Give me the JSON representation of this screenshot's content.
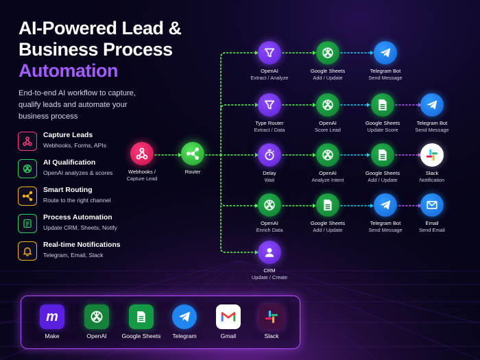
{
  "title": {
    "line1": "AI-Powered Lead &",
    "line2": "Business Process",
    "line3": "Automation"
  },
  "subtitle": "End-to-end AI workflow to capture, qualify leads and automate your business process",
  "features": [
    {
      "title": "Capture Leads",
      "desc": "Webhooks, Forms, APIs",
      "icon": "webhook-icon",
      "color": "#ff3d7f"
    },
    {
      "title": "AI Qualification",
      "desc": "OpenAI analyzes & scores",
      "icon": "openai-icon",
      "color": "#2fd160"
    },
    {
      "title": "Smart Routing",
      "desc": "Route to the right channel",
      "icon": "routing-icon",
      "color": "#f6b21c"
    },
    {
      "title": "Process Automation",
      "desc": "Update CRM, Sheets, Notify",
      "icon": "automation-icon",
      "color": "#2fd160"
    },
    {
      "title": "Real-time Notifications",
      "desc": "Telegram, Email, Slack",
      "icon": "bell-icon",
      "color": "#f6b21c"
    }
  ],
  "nodes": {
    "webhooks": {
      "label": "Webhooks /",
      "sub": "Capture Lead"
    },
    "router": {
      "label": "Router",
      "sub": ""
    },
    "row1": [
      {
        "label": "OpenAI",
        "sub": "Extract / Analyze"
      },
      {
        "label": "Google Sheets",
        "sub": "Add / Update"
      },
      {
        "label": "Telegram Bot",
        "sub": "Send Message"
      }
    ],
    "row2": [
      {
        "label": "Type Router",
        "sub": "Extract / Data"
      },
      {
        "label": "OpenAI",
        "sub": "Score Lead"
      },
      {
        "label": "Google Sheets",
        "sub": "Update Score"
      },
      {
        "label": "Telegram Bot",
        "sub": "Send Message"
      }
    ],
    "row3": [
      {
        "label": "Delay",
        "sub": "Wait"
      },
      {
        "label": "OpenAI",
        "sub": "Analyze Intent"
      },
      {
        "label": "Google Sheets",
        "sub": "Add / Update"
      },
      {
        "label": "Slack",
        "sub": "Notification"
      }
    ],
    "row4": [
      {
        "label": "OpenAI",
        "sub": "Enrich Data"
      },
      {
        "label": "Google Sheets",
        "sub": "Add / Update"
      },
      {
        "label": "Telegram Bot",
        "sub": "Send Message"
      },
      {
        "label": "Email",
        "sub": "Send Email"
      }
    ],
    "row5": [
      {
        "label": "CRM",
        "sub": "Update / Create"
      }
    ]
  },
  "apps": [
    {
      "label": "Make",
      "icon": "make-icon"
    },
    {
      "label": "OpenAI",
      "icon": "openai-icon"
    },
    {
      "label": "Google Sheets",
      "icon": "google-sheets-icon"
    },
    {
      "label": "Telegram",
      "icon": "telegram-icon"
    },
    {
      "label": "Gmail",
      "icon": "gmail-icon"
    },
    {
      "label": "Slack",
      "icon": "slack-icon"
    }
  ],
  "colors": {
    "accent": "#a35cff",
    "connector": "#5dff4f",
    "background": "#07051a",
    "frame": "#b24cff"
  }
}
